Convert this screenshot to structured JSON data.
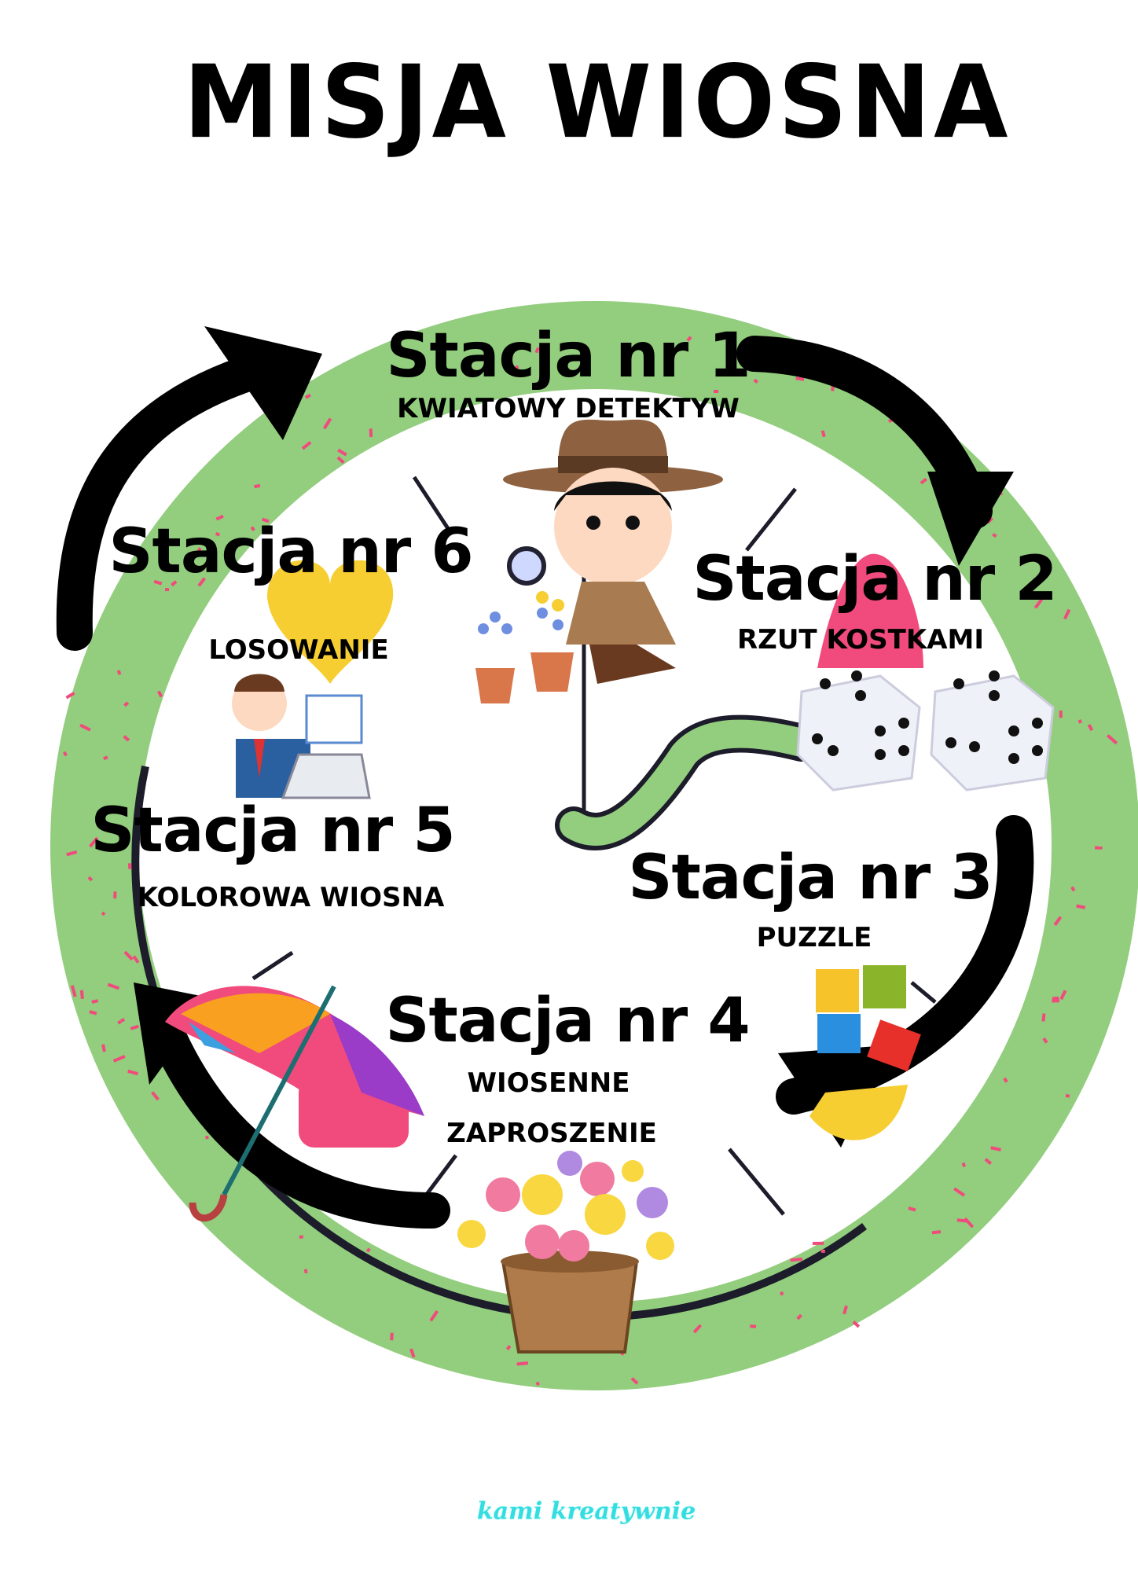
{
  "title": "MISJA WIOSNA",
  "stations": [
    {
      "label": "Stacja nr 1",
      "subtitle": [
        "KWIATOWY DETEKTYW"
      ],
      "icon": "detective-icon"
    },
    {
      "label": "Stacja nr 2",
      "subtitle": [
        "RZUT KOSTKAMI"
      ],
      "icon": "dice-icon"
    },
    {
      "label": "Stacja nr 3",
      "subtitle": [
        "PUZZLE"
      ],
      "icon": "puzzle-icon"
    },
    {
      "label": "Stacja nr 4",
      "subtitle": [
        "WIOSENNE",
        "ZAPROSZENIE"
      ],
      "icon": "flower-basket-icon"
    },
    {
      "label": "Stacja nr 5",
      "subtitle": [
        "KOLOROWA WIOSNA"
      ],
      "icon": "umbrella-icon"
    },
    {
      "label": "Stacja nr 6",
      "subtitle": [
        "LOSOWANIE"
      ],
      "icon": "confused-man-icon"
    }
  ],
  "watermark": "kami kreatywnie",
  "colors": {
    "ring": "#93cd7e",
    "confetti": "#f04b7c",
    "text": "#000000",
    "watermark": "#35dde0"
  }
}
